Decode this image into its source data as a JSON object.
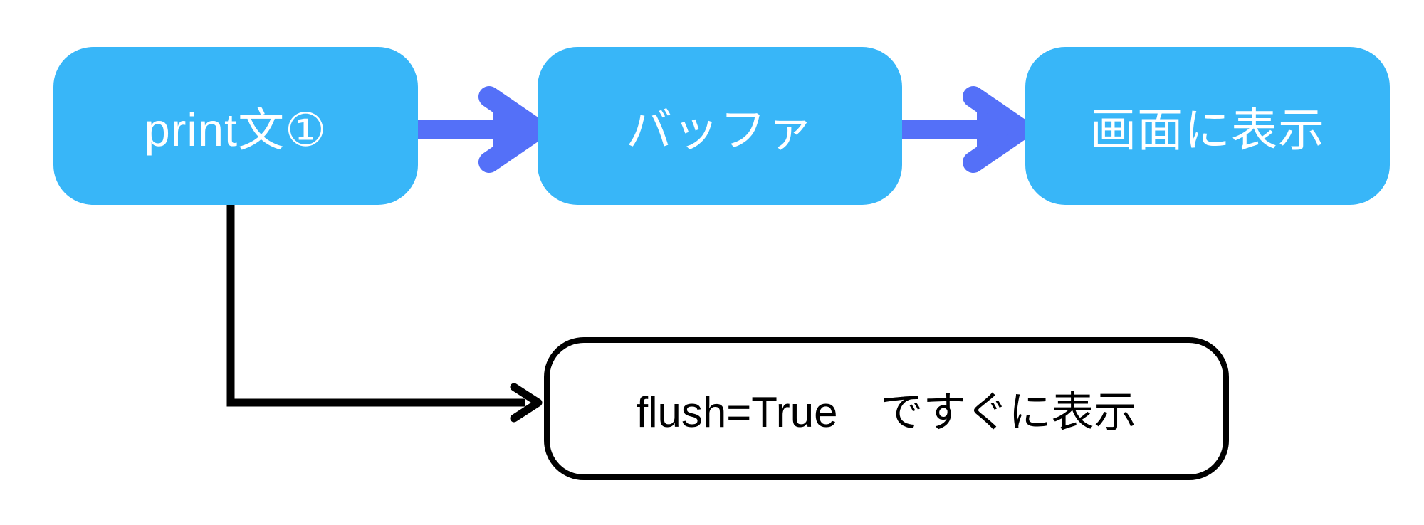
{
  "diagram": {
    "title": "print buffering flow",
    "background_color": "#ffffff",
    "colors": {
      "node_fill": "#38b6f8",
      "node_text": "#ffffff",
      "flow_arrow": "#5470f8",
      "connector": "#000000",
      "callout_border": "#000000",
      "callout_text": "#000000"
    },
    "nodes": [
      {
        "id": "print",
        "label": "print文①"
      },
      {
        "id": "buffer",
        "label": "バッファ"
      },
      {
        "id": "display",
        "label": "画面に表示"
      }
    ],
    "edges": [
      {
        "from": "print",
        "to": "buffer",
        "style": "thick-blue-arrow"
      },
      {
        "from": "buffer",
        "to": "display",
        "style": "thick-blue-arrow"
      },
      {
        "from": "print",
        "to": "callout",
        "style": "black-elbow-arrow"
      }
    ],
    "callout": {
      "label": "flush=True　ですぐに表示"
    }
  }
}
